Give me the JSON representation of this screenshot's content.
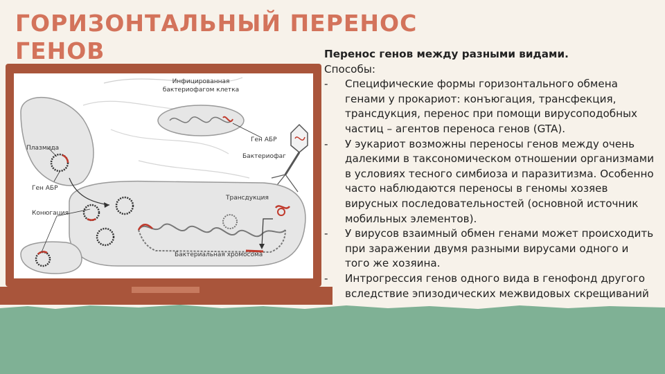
{
  "title": {
    "line1": "ГОРИЗОНТАЛЬНЫЙ ПЕРЕНОС",
    "line2": "ГЕНОВ"
  },
  "figure": {
    "labels": {
      "infected_cell": [
        "Инфицированная",
        "бактериофагом клетка"
      ],
      "abr_gene_top": "Ген АБР",
      "bacteriophage": "Бактериофаг",
      "plasmid": "Плазмида",
      "abr_gene_left": "Ген АБР",
      "conjugation": "Конюгация",
      "transduction": "Трансдукция",
      "chromosome": "Бактериальная хромосома"
    }
  },
  "panel": {
    "lead": "Перенос генов между разными видами.",
    "sub": "Способы:",
    "items": [
      {
        "dash": "-",
        "text": "Специфические формы горизонтального обмена генами у прокариот: конъюгация, трансфекция, трансдукция, перенос при помощи вирусоподобных частиц – агентов переноса генов (GTA)."
      },
      {
        "dash": "-",
        "text": "У эукариот возможны переносы генов между очень далекими в таксономическом отношении организмами в условиях тесного симбиоза и паразитизма. Особенно часто наблюдаются переносы в геномы хозяев вирусных последовательностей (основной источник мобильных элементов)."
      },
      {
        "dash": "-",
        "text": "У вирусов взаимный обмен генами может происходить при заражении двумя разными вирусами одного и того же хозяина."
      },
      {
        "dash": "-",
        "text": "Интрогрессия генов одного вида в генофонд другого вследствие эпизодических межвидовых скрещиваний"
      }
    ]
  },
  "colors": {
    "title": "#d3735b",
    "laptop": "#a9553b",
    "grass": "#7fb195",
    "background": "#f7f2ea",
    "gene": "#c0392b"
  }
}
